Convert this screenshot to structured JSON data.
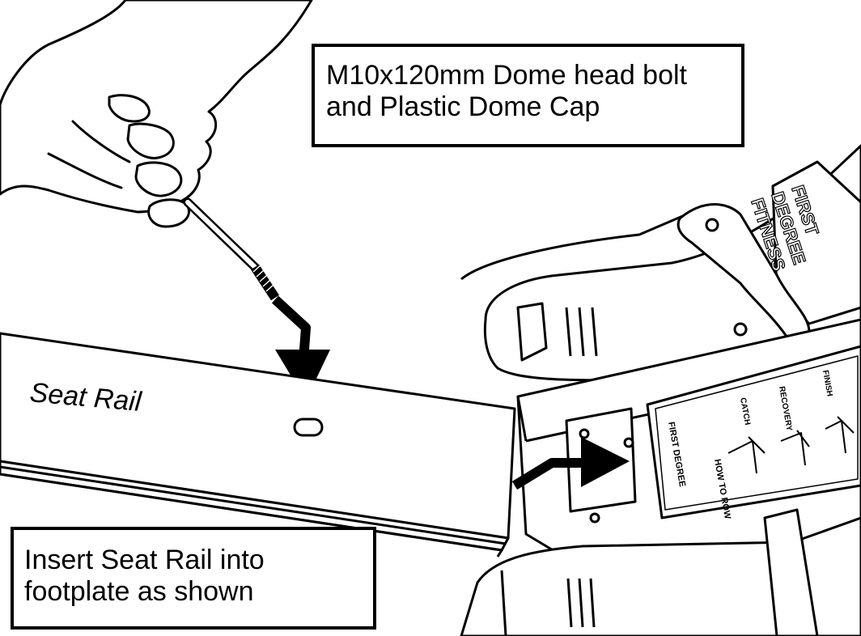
{
  "callouts": {
    "bolt": {
      "line1": "M10x120mm Dome head bolt",
      "line2": "and Plastic Dome Cap"
    },
    "insert": {
      "line1": "Insert Seat Rail into",
      "line2": "footplate as shown"
    }
  },
  "labels": {
    "seat_rail": "Seat Rail",
    "decal_caption": "HOW TO ROW",
    "decal_steps": [
      "CATCH",
      "RECOVERY",
      "FINISH"
    ],
    "brand_first_degree": "FIRST DEGREE",
    "brand_fitness_line1": "FIRST",
    "brand_fitness_line2": "DEGREE",
    "brand_fitness_line3": "FITNESS"
  },
  "colors": {
    "ink": "#000000",
    "paper": "#ffffff"
  }
}
